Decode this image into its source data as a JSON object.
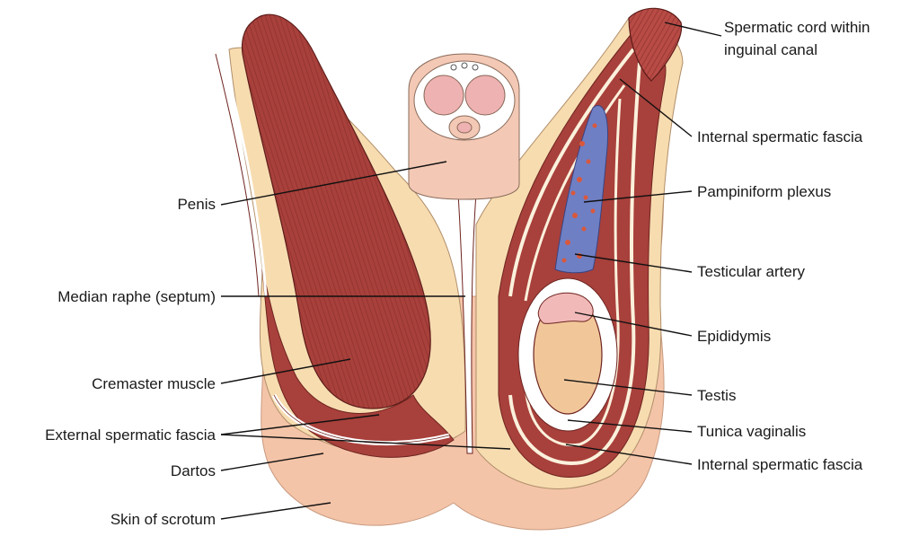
{
  "labels": {
    "spermatic_cord_line1": "Spermatic cord within",
    "spermatic_cord_line2": "inguinal canal",
    "internal_spermatic_fascia_top": "Internal spermatic fascia",
    "pampiniform_plexus": "Pampiniform plexus",
    "testicular_artery": "Testicular artery",
    "epididymis": "Epididymis",
    "testis": "Testis",
    "tunica_vaginalis": "Tunica vaginalis",
    "internal_spermatic_fascia_bottom": "Internal spermatic fascia",
    "penis": "Penis",
    "median_raphe": "Median raphe (septum)",
    "cremaster_muscle": "Cremaster muscle",
    "external_spermatic_fascia": "External spermatic fascia",
    "dartos": "Dartos",
    "skin_of_scrotum": "Skin of scrotum"
  },
  "colors": {
    "skin": "#f4c4a8",
    "subcutis": "#f7dcb0",
    "muscle": "#a8403b",
    "muscle_dark": "#8e3530",
    "fascia": "#fbf1dc",
    "white": "#ffffff",
    "testis": "#f1c79a",
    "epididymis": "#f2b9b9",
    "plexus": "#6f7fc4",
    "artery": "#d9583c",
    "penis": "#f3c9b5",
    "corpora": "#efb2b2"
  }
}
